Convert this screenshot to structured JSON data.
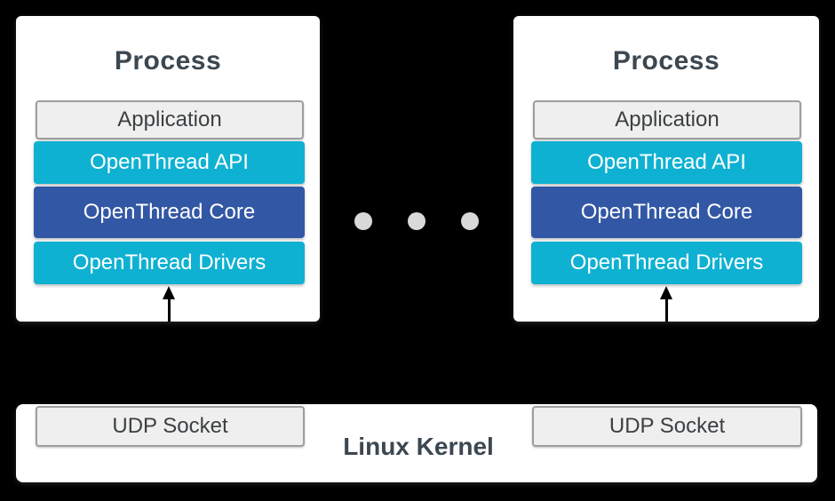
{
  "canvas": {
    "background": "#000000"
  },
  "processes": [
    {
      "title": "Process",
      "layers": [
        {
          "label": "Application",
          "style": "plain"
        },
        {
          "label": "OpenThread API",
          "style": "cyan"
        },
        {
          "label": "OpenThread Core",
          "style": "blue"
        },
        {
          "label": "OpenThread Drivers",
          "style": "cyan"
        }
      ]
    },
    {
      "title": "Process",
      "layers": [
        {
          "label": "Application",
          "style": "plain"
        },
        {
          "label": "OpenThread API",
          "style": "cyan"
        },
        {
          "label": "OpenThread Core",
          "style": "blue"
        },
        {
          "label": "OpenThread Drivers",
          "style": "cyan"
        }
      ]
    }
  ],
  "separator": {
    "dot_count": 3
  },
  "kernel": {
    "label": "Linux Kernel",
    "sockets": [
      {
        "label": "UDP Socket"
      },
      {
        "label": "UDP Socket"
      }
    ]
  },
  "colors": {
    "background": "#000000",
    "card": "#FFFFFF",
    "cyan": "#0FB1D2",
    "dark_blue": "#3257A5",
    "plain_box_bg": "#EFEFEF",
    "plain_box_border": "#9E9E9E",
    "heading_text": "#3C4750",
    "dark_text": "#3C4043",
    "white_text": "#FFFFFF",
    "dot": "#D9D9D9",
    "arrow": "#000000"
  }
}
